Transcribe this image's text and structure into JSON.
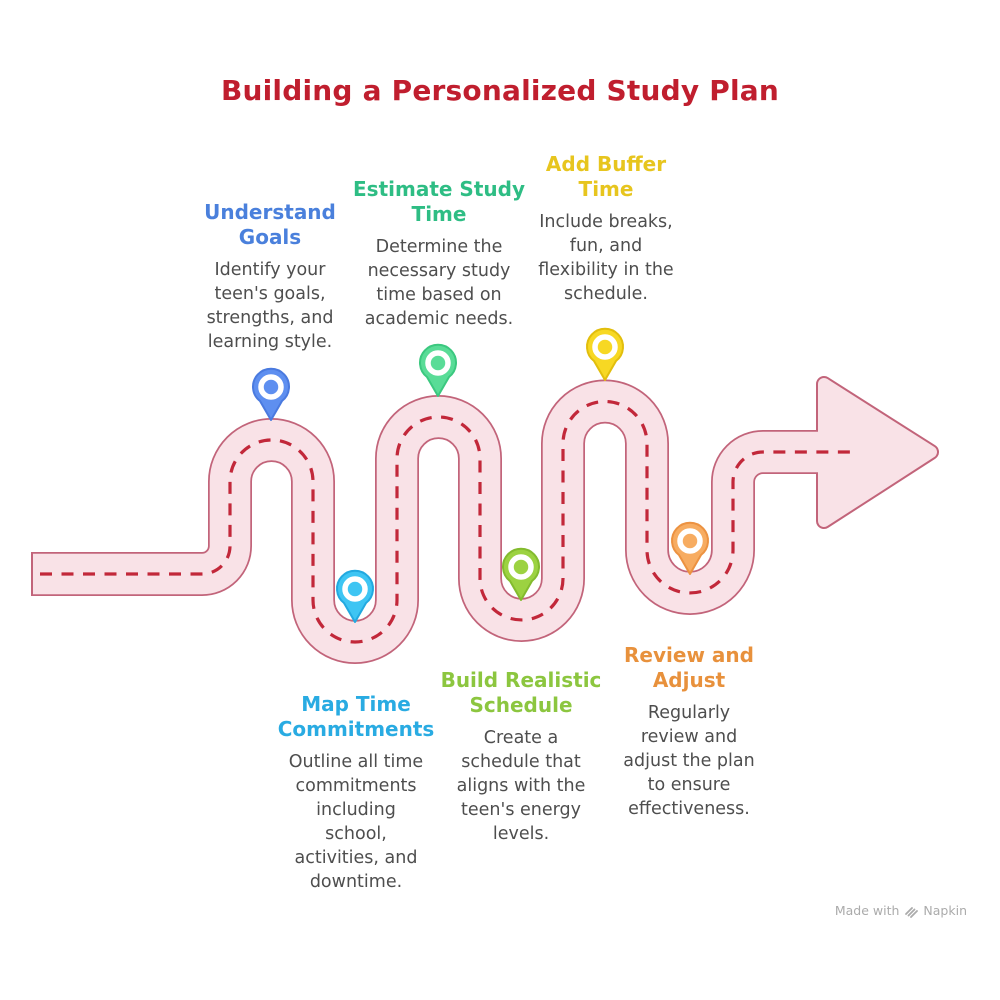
{
  "title": {
    "text": "Building a Personalized Study Plan",
    "color": "#c01e2e"
  },
  "road": {
    "fill": "#f9e2e7",
    "border": "#c2647a",
    "dash_color": "#c2283a"
  },
  "steps": [
    {
      "heading": "Understand\nGoals",
      "body": "Identify your\nteen's goals,\nstrengths, and\nlearning style.",
      "color": "#4a80dc",
      "pin": {
        "fill": "#5e8ff0",
        "stroke": "#4a7adf"
      }
    },
    {
      "heading": "Map Time\nCommitments",
      "body": "Outline all time\ncommitments\nincluding\nschool,\nactivities, and\ndowntime.",
      "color": "#29abe2",
      "pin": {
        "fill": "#3ec5f3",
        "stroke": "#22a9e0"
      }
    },
    {
      "heading": "Estimate Study\nTime",
      "body": "Determine the\nnecessary study\ntime based on\nacademic needs.",
      "color": "#2ebd84",
      "pin": {
        "fill": "#59dc97",
        "stroke": "#3bc87f"
      }
    },
    {
      "heading": "Build Realistic\nSchedule",
      "body": "Create a\nschedule that\naligns with the\nteen's energy\nlevels.",
      "color": "#8cc63f",
      "pin": {
        "fill": "#9cd241",
        "stroke": "#83bb2e"
      }
    },
    {
      "heading": "Add Buffer\nTime",
      "body": "Include breaks,\nfun, and\nflexibility in the\nschedule.",
      "color": "#e7c51e",
      "pin": {
        "fill": "#f7d823",
        "stroke": "#e2be0c"
      }
    },
    {
      "heading": "Review and\nAdjust",
      "body": "Regularly\nreview and\nadjust the plan\nto ensure\neffectiveness.",
      "color": "#e8913c",
      "pin": {
        "fill": "#f7ac61",
        "stroke": "#ec9241"
      }
    }
  ],
  "watermark": {
    "text_prefix": "Made with",
    "brand": "Napkin",
    "color": "#ababab"
  }
}
